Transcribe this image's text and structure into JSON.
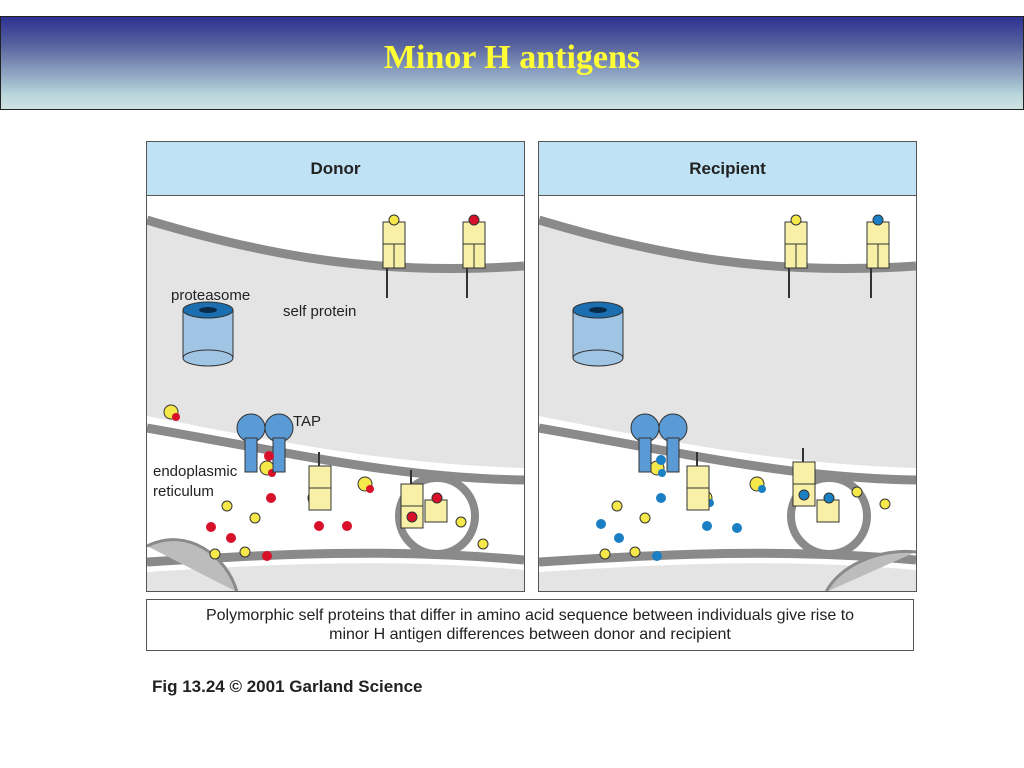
{
  "title": "Minor H antigens",
  "panels": [
    {
      "heading": "Donor",
      "peptide_color": "#d8102a"
    },
    {
      "heading": "Recipient",
      "peptide_color": "#1b7fc4"
    }
  ],
  "labels": {
    "proteasome": "proteasome",
    "self_protein": "self protein",
    "tap": "TAP",
    "er_line1": "endoplasmic",
    "er_line2": "reticulum"
  },
  "caption": {
    "line1": "Polymorphic self proteins that differ in amino acid sequence between individuals give rise to",
    "line2": "minor H antigen differences between donor and recipient"
  },
  "figure_credit": "Fig 13.24  © 2001 Garland Science",
  "colors": {
    "self_peptide": "#f5e84a",
    "mhc": "#f8f0a6",
    "proteasome": "#9fc4e4",
    "tap": "#5b9bd5"
  }
}
